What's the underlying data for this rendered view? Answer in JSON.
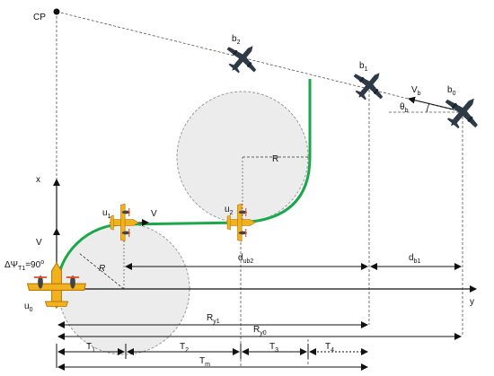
{
  "labels": {
    "cp": "CP",
    "b2": "b",
    "b2_sub": "2",
    "b1": "b",
    "b1_sub": "1",
    "b0": "b",
    "b0_sub": "0",
    "vb": "V",
    "vb_sub": "b",
    "theta": "θ",
    "theta_sub": "b",
    "R_upper": "R",
    "R_lower": "R",
    "x_axis": "x",
    "y_axis": "y",
    "V_left": "V",
    "V_path": "V",
    "u0": "u",
    "u0_sub": "0",
    "u1": "u",
    "u1_sub": "1",
    "u2": "u",
    "u2_sub": "2",
    "dpsi_main": "ΔΨ",
    "dpsi_sub": "T1",
    "dpsi_val": "=90",
    "dpsi_sup": "o",
    "d_ub2": "d",
    "d_ub2_sub": "ub2",
    "d_b1": "d",
    "d_b1_sub": "b1",
    "R_y1": "R",
    "R_y1_sub": "y1",
    "R_y0": "R",
    "R_y0_sub": "y0",
    "T1": "T",
    "T1_sub": "1",
    "T2": "T",
    "T2_sub": "2",
    "T3": "T",
    "T3_sub": "3",
    "T4": "T",
    "T4_sub": "4",
    "Tm": "T",
    "Tm_sub": "m"
  },
  "colors": {
    "path": "#1aa84a",
    "circle_fill": "#ececec",
    "circle_stroke": "#9a9a9a",
    "bomber": "#2e3b47",
    "uav": "#f2b21d",
    "uav_accent": "#e0502a"
  }
}
